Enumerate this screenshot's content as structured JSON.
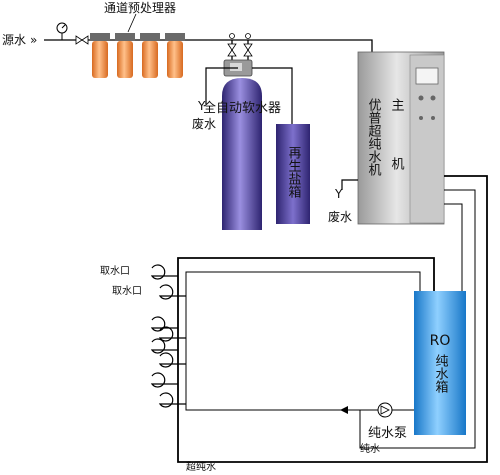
{
  "labels": {
    "source_water": "源水",
    "pretreatment": "通道预处理器",
    "waste_water_1": "废水",
    "waste_water_2": "废水",
    "softener": "全自动软水器",
    "brine_tank": "再生盐箱",
    "machine_line1": "优普超纯水机",
    "machine_line2": "主机",
    "ro_tank_line1": "RO",
    "ro_tank_line2": "纯水箱",
    "pure_water_pump": "纯水泵",
    "pure_water": "纯水",
    "ultrapure_water": "超纯水",
    "outlet_1": "取水口",
    "outlet_2": "取水口"
  },
  "colors": {
    "filter_orange": "#f0a060",
    "softener_blue": "#4a3fa0",
    "machine_gray": "#b8b8b8",
    "ro_tank_blue": "#3f9fe0",
    "pipe": "#000000"
  }
}
